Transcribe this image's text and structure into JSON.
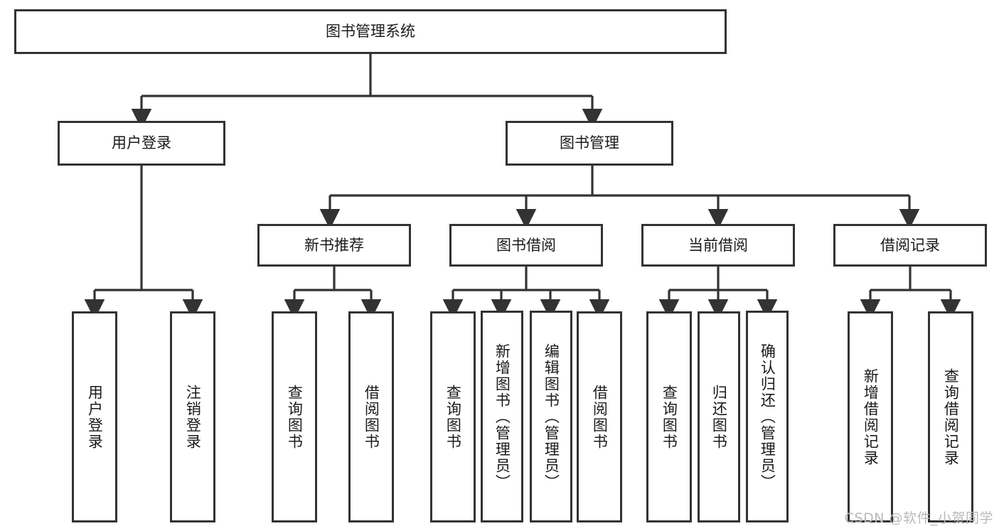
{
  "diagram": {
    "title": "图书管理系统",
    "type": "tree-hierarchy-diagram",
    "watermark": "CSDN @软件_小贺同学",
    "colors": {
      "box_border": "#333333",
      "box_fill": "#ffffff",
      "connector": "#333333",
      "watermark": "#b9b9b9",
      "background": "#ffffff"
    },
    "root": {
      "label": "图书管理系统"
    },
    "level2": [
      {
        "label": "用户登录"
      },
      {
        "label": "图书管理"
      }
    ],
    "level3": [
      {
        "label": "新书推荐"
      },
      {
        "label": "图书借阅"
      },
      {
        "label": "当前借阅"
      },
      {
        "label": "借阅记录"
      }
    ],
    "leaves": {
      "user_login": [
        {
          "label": "用户登录"
        },
        {
          "label": "注销登录"
        }
      ],
      "new_book_recommend": [
        {
          "label": "查询图书"
        },
        {
          "label": "借阅图书"
        }
      ],
      "book_borrow": [
        {
          "label": "查询图书"
        },
        {
          "label": "新增图书（管理员）"
        },
        {
          "label": "编辑图书（管理员）"
        },
        {
          "label": "借阅图书"
        }
      ],
      "current_borrow": [
        {
          "label": "查询图书"
        },
        {
          "label": "归还图书"
        },
        {
          "label": "确认归还（管理员）"
        }
      ],
      "borrow_record": [
        {
          "label": "新增借阅记录"
        },
        {
          "label": "查询借阅记录"
        }
      ]
    }
  }
}
